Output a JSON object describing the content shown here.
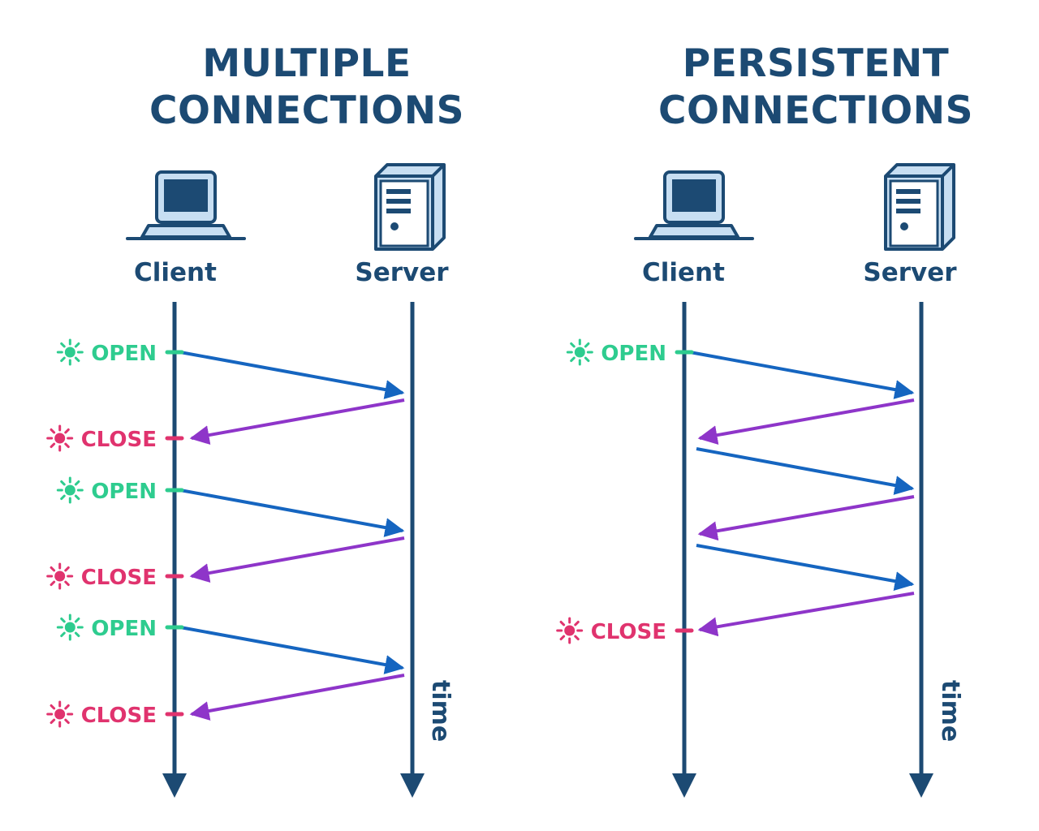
{
  "colors": {
    "lifeline": "#1c4a73",
    "request_arrow": "#1565c0",
    "response_arrow": "#8e35c9",
    "open": "#2ecc8f",
    "close": "#e0336e",
    "icon_fill": "#c7def2",
    "icon_screen": "#1c4a73"
  },
  "panels": [
    {
      "title": "MULTIPLE\nCONNECTIONS",
      "client_label": "Client",
      "server_label": "Server",
      "time_label": "time",
      "events": [
        {
          "type": "open",
          "label": "OPEN"
        },
        {
          "type": "close",
          "label": "CLOSE"
        },
        {
          "type": "open",
          "label": "OPEN"
        },
        {
          "type": "close",
          "label": "CLOSE"
        },
        {
          "type": "open",
          "label": "OPEN"
        },
        {
          "type": "close",
          "label": "CLOSE"
        }
      ]
    },
    {
      "title": "PERSISTENT\nCONNECTIONS",
      "client_label": "Client",
      "server_label": "Server",
      "time_label": "time",
      "events": [
        {
          "type": "open",
          "label": "OPEN"
        },
        {
          "type": "close",
          "label": "CLOSE"
        }
      ]
    }
  ]
}
